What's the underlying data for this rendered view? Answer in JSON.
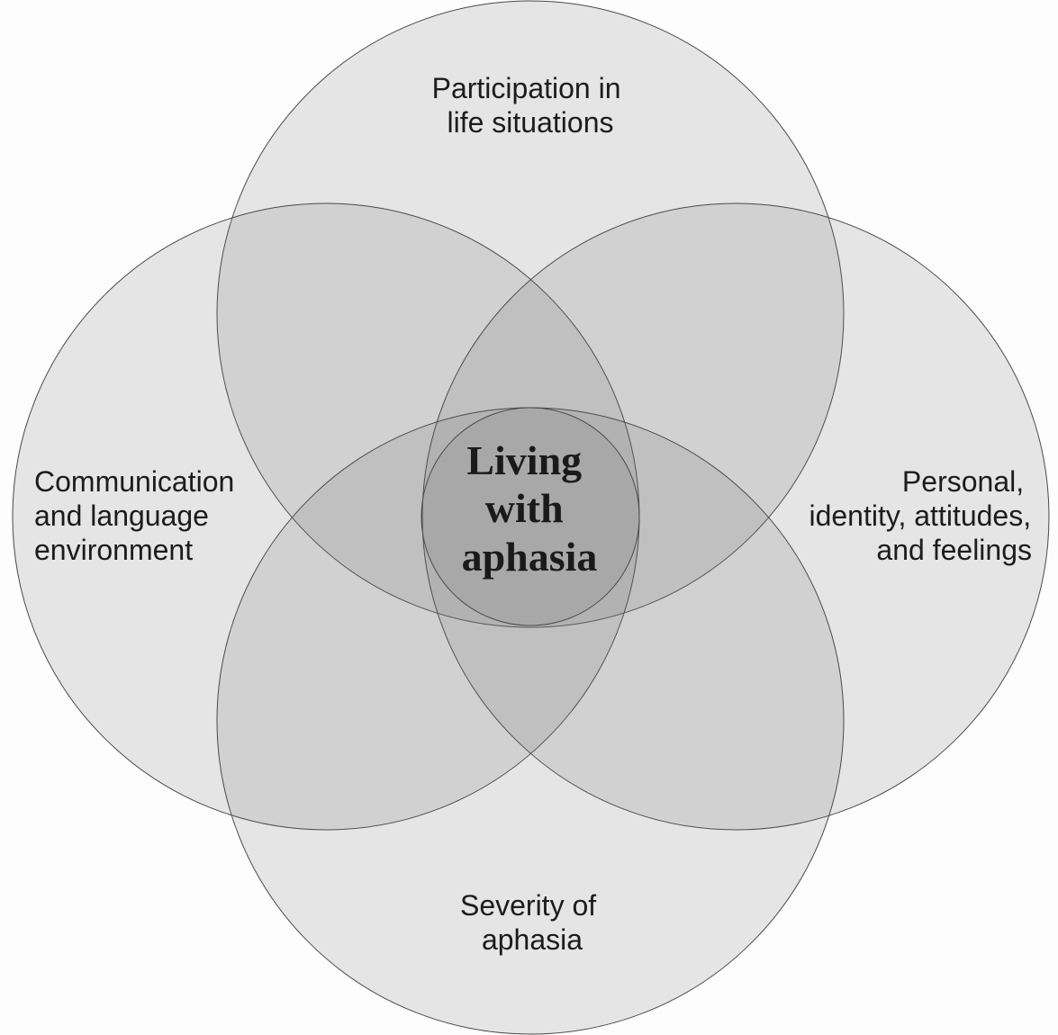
{
  "diagram": {
    "center_label": [
      "Living",
      "with",
      "aphasia"
    ],
    "circles": {
      "top": [
        "Participation in",
        "life situations"
      ],
      "left": [
        "Communication",
        "and language",
        "environment"
      ],
      "right": [
        "Personal,",
        "identity, attitudes,",
        "and feelings"
      ],
      "bottom": [
        "Severity of",
        "aphasia"
      ]
    }
  },
  "colors": {
    "background": "#fdfdfd",
    "circle_fill": "rgba(105,105,105,0.16)",
    "outline": "#4a4a4a",
    "text": "#1c1c1c"
  }
}
